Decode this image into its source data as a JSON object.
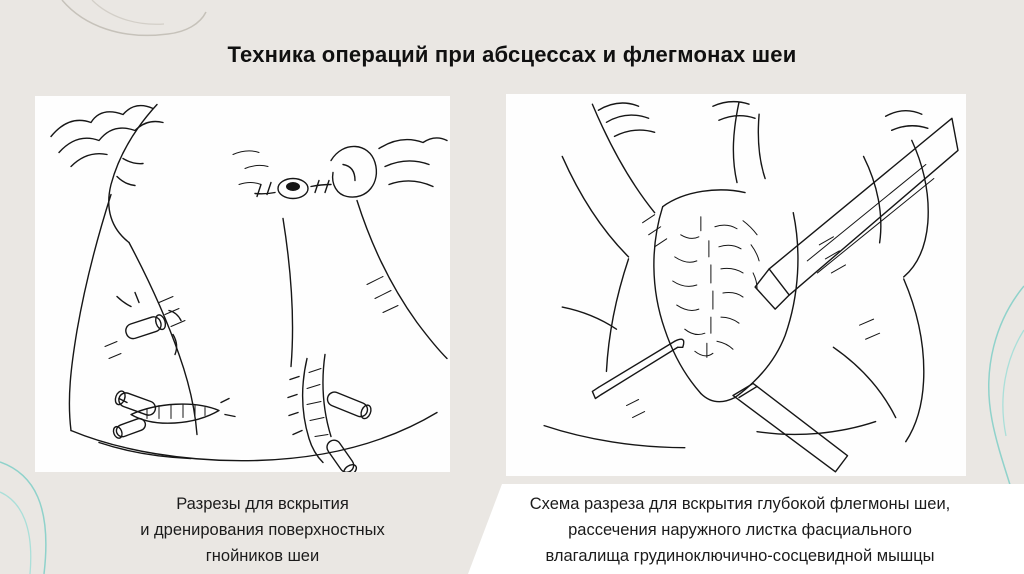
{
  "slide": {
    "title": "Техника операций при абсцессах и флегмонах шеи",
    "figures": [
      {
        "id": "superficial-incisions",
        "caption_lines": [
          "Разрезы для вскрытия",
          "и дренирования поверхностных",
          "гнойников шеи"
        ]
      },
      {
        "id": "deep-phlegmon-scheme",
        "caption_lines": [
          "Схема разреза для вскрытия глубокой флегмоны шеи,",
          "рассечения наружного листка фасциального",
          "влагалища грудиноключично-сосцевидной мышцы"
        ]
      }
    ],
    "colors": {
      "background": "#eae7e3",
      "panel": "#ffffff",
      "ink": "#161616",
      "contour_teal": "#8fd2cb",
      "contour_gray": "#c6c2ba"
    }
  }
}
